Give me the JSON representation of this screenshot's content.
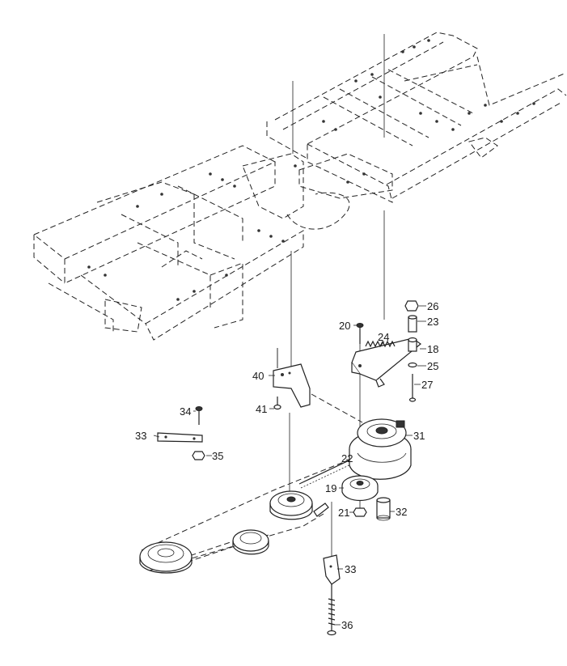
{
  "callouts": {
    "c18": "18",
    "c19": "19",
    "c20": "20",
    "c21": "21",
    "c22": "22",
    "c23": "23",
    "c24": "24",
    "c25": "25",
    "c26": "26",
    "c27": "27",
    "c31": "31",
    "c32": "32",
    "c33a": "33",
    "c33b": "33",
    "c34": "34",
    "c35": "35",
    "c36": "36",
    "c40": "40",
    "c41": "41"
  }
}
